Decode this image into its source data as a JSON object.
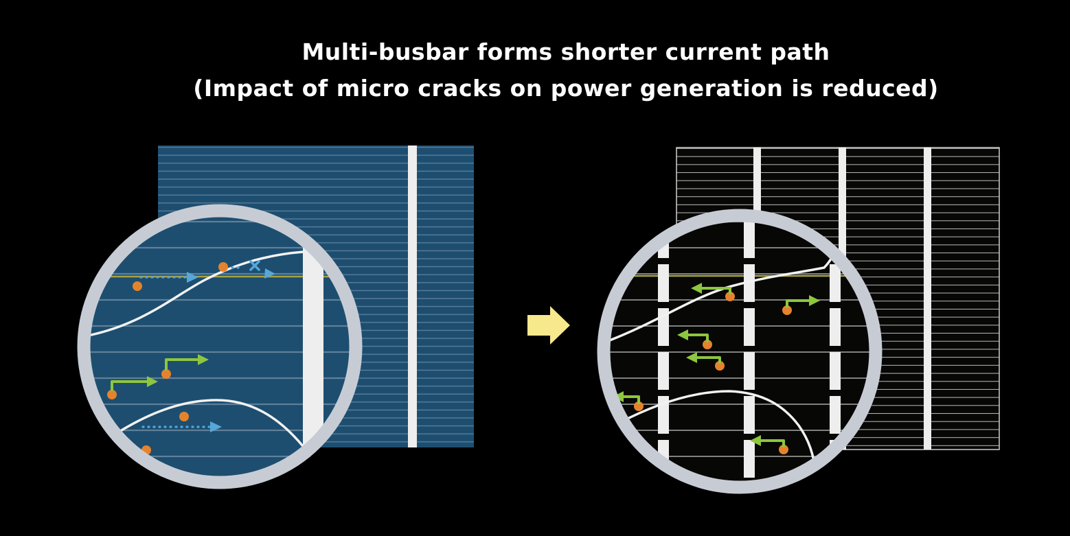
{
  "title": {
    "line1": "Multi-busbar forms shorter current path",
    "line2": "(Impact of micro cracks on power generation is reduced)"
  },
  "panels": {
    "left": "conventional-busbar-cell",
    "right": "multi-busbar-cell"
  },
  "colors": {
    "background": "#000000",
    "cell_blue": "#1d4e70",
    "cell_blue_line": "#60809a",
    "cell_black": "#070705",
    "cell_black_line": "#bdbdbd",
    "busbar": "#eeeeee",
    "ring": "#c7ccd4",
    "arrow_yellow": "#f8e88d",
    "electron_orange": "#e5832d",
    "long_path_blue": "#57a7d9",
    "short_path_green": "#8dc63f",
    "crack": "#f2f2f2",
    "collector_olive": "#a7a440"
  }
}
